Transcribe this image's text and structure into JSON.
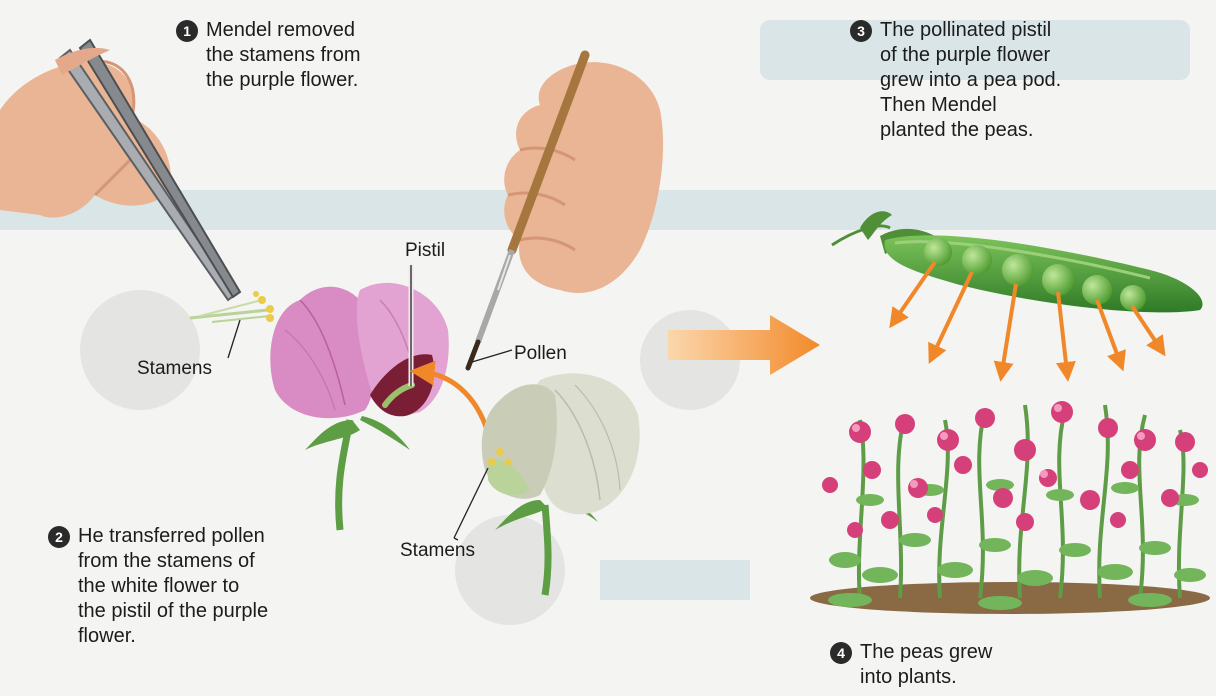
{
  "steps": [
    {
      "number": "1",
      "text": "Mendel removed\nthe stamens from\nthe purple flower."
    },
    {
      "number": "2",
      "text": "He transferred pollen\nfrom the stamens of\nthe white flower to\nthe pistil of the purple\nflower."
    },
    {
      "number": "3",
      "text": "The pollinated pistil\nof the purple flower\ngrew into a pea pod.\nThen Mendel\nplanted the peas."
    },
    {
      "number": "4",
      "text": "The peas grew\ninto plants."
    }
  ],
  "labels": {
    "stamens_removed": "Stamens",
    "pistil": "Pistil",
    "pollen": "Pollen",
    "stamens_white": "Stamens"
  },
  "colors": {
    "purple_flower": "#d98bc4",
    "white_flower": "#d9dccd",
    "pea_pod": "#4f9a3a",
    "arrow": "#f28a2a",
    "pink_blossom": "#d6407a"
  }
}
